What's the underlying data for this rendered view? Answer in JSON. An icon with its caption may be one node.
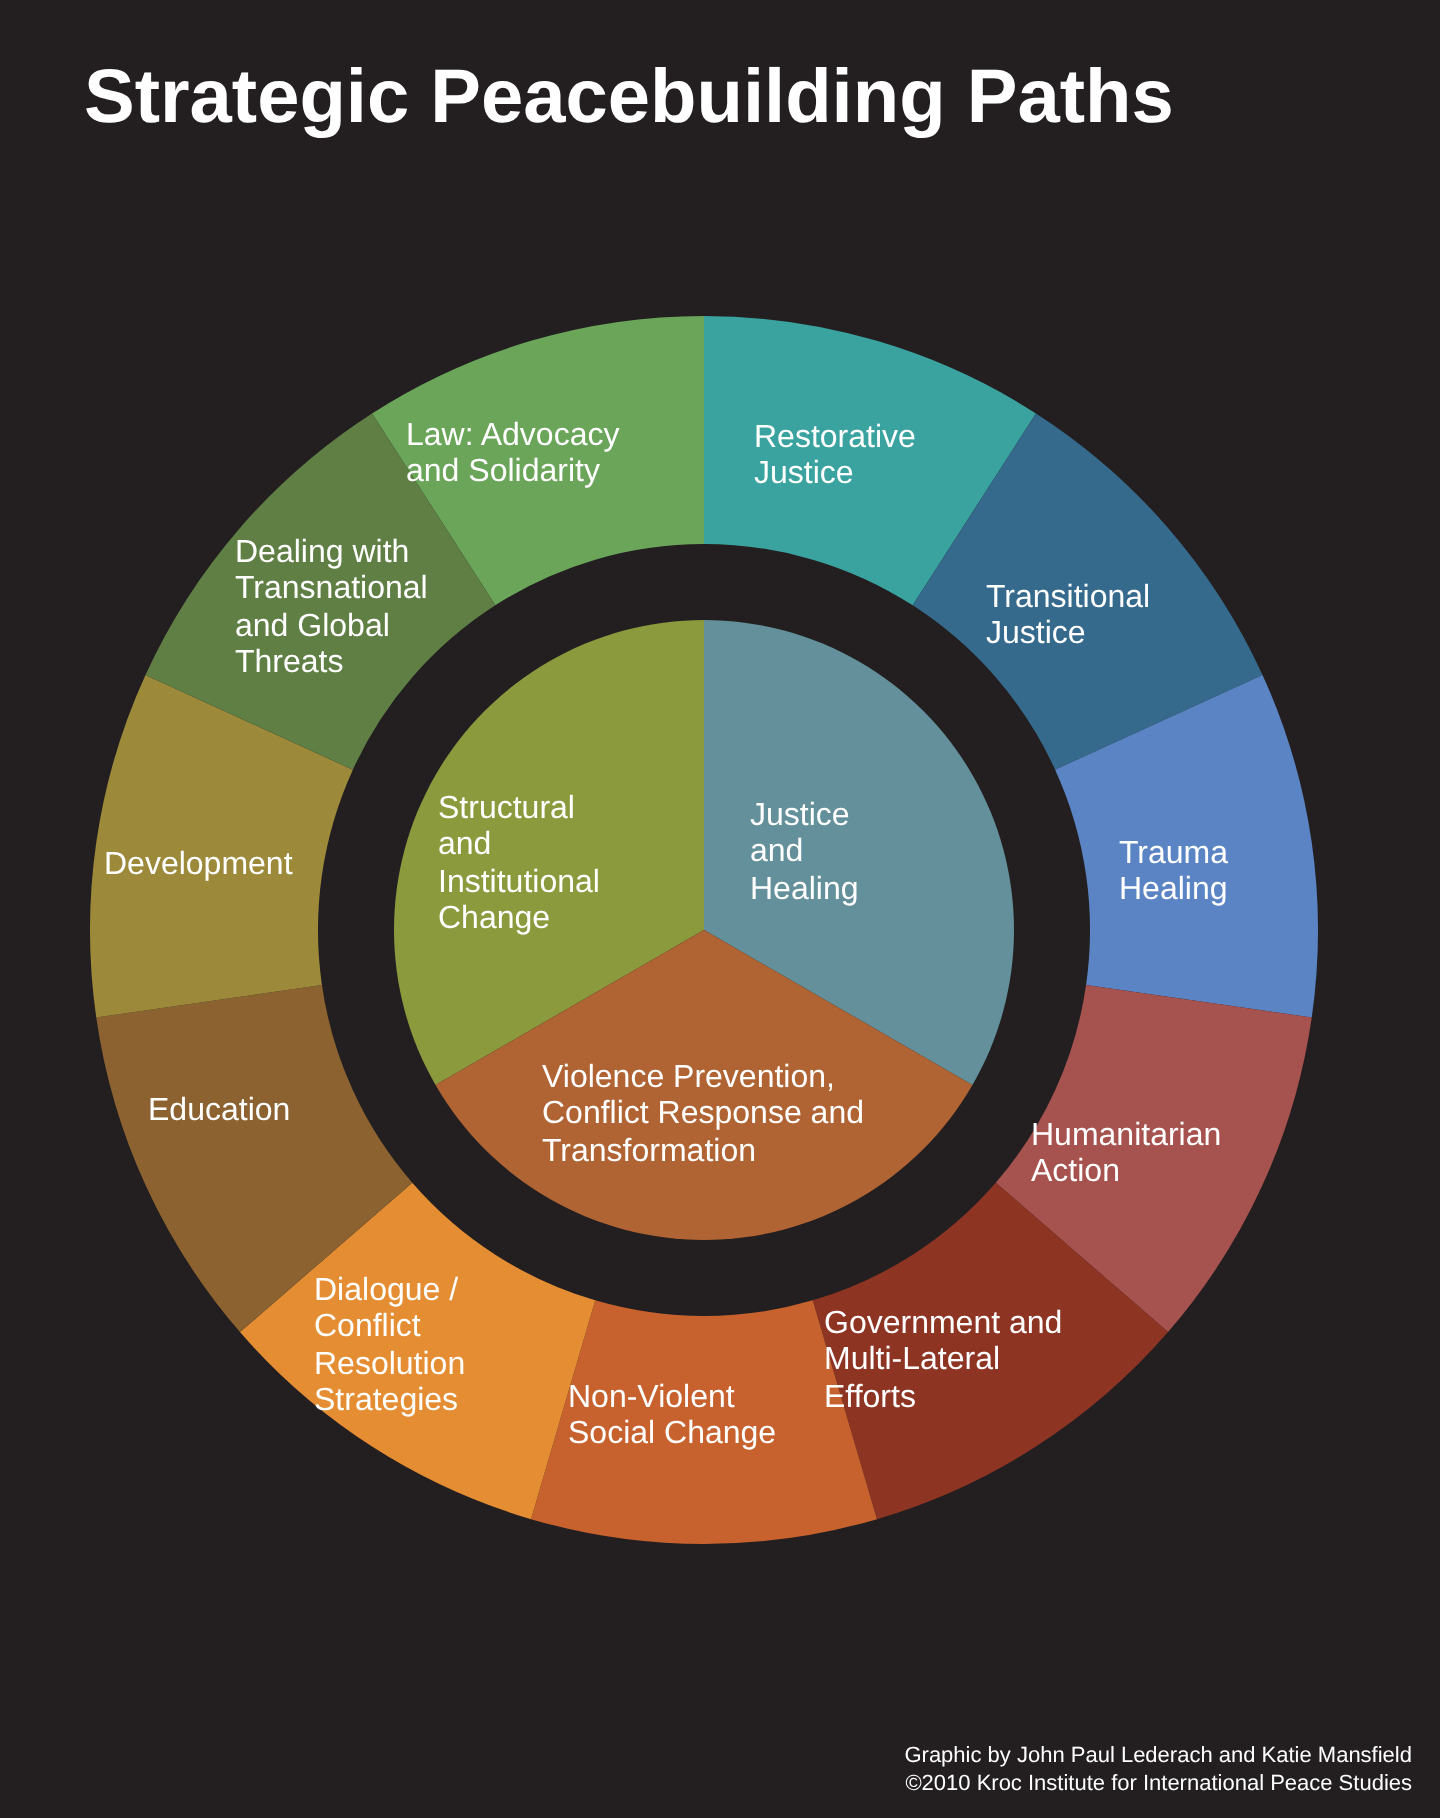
{
  "diagram": {
    "title": "Strategic Peacebuilding Paths",
    "nodes": [
      {
        "text": [
          "Law: Advocacy and Solidarity"
        ]
      },
      {
        "text": [
          "Restorative Justice"
        ]
      },
      {
        "text": [
          "Transitional Justice"
        ]
      },
      {
        "text": [
          "Trauma Healing"
        ]
      },
      {
        "text": [
          "Humanitarian Action"
        ]
      },
      {
        "text": [
          "Government and Multi-Lateral Efforts"
        ]
      },
      {
        "text": [
          "Non-Violent Social Change"
        ]
      },
      {
        "text": [
          "Dialogue / Conflict Resolution Strategies"
        ]
      },
      {
        "text": [
          "Education"
        ]
      },
      {
        "text": [
          "Development"
        ]
      },
      {
        "text": [
          "Dealing with Transnational and Global Threats"
        ]
      },
      {
        "text": [
          "Structural and Institutional Change"
        ]
      },
      {
        "text": [
          "Justice and Healing"
        ]
      },
      {
        "text": [
          "Violence Prevention, Conflict Response and Transformation"
        ]
      }
    ],
    "labels": [
      "Graphic by John Paul Lederach and Katie Mansfield",
      "©2010 Kroc Institute for International Peace Studies"
    ]
  }
}
